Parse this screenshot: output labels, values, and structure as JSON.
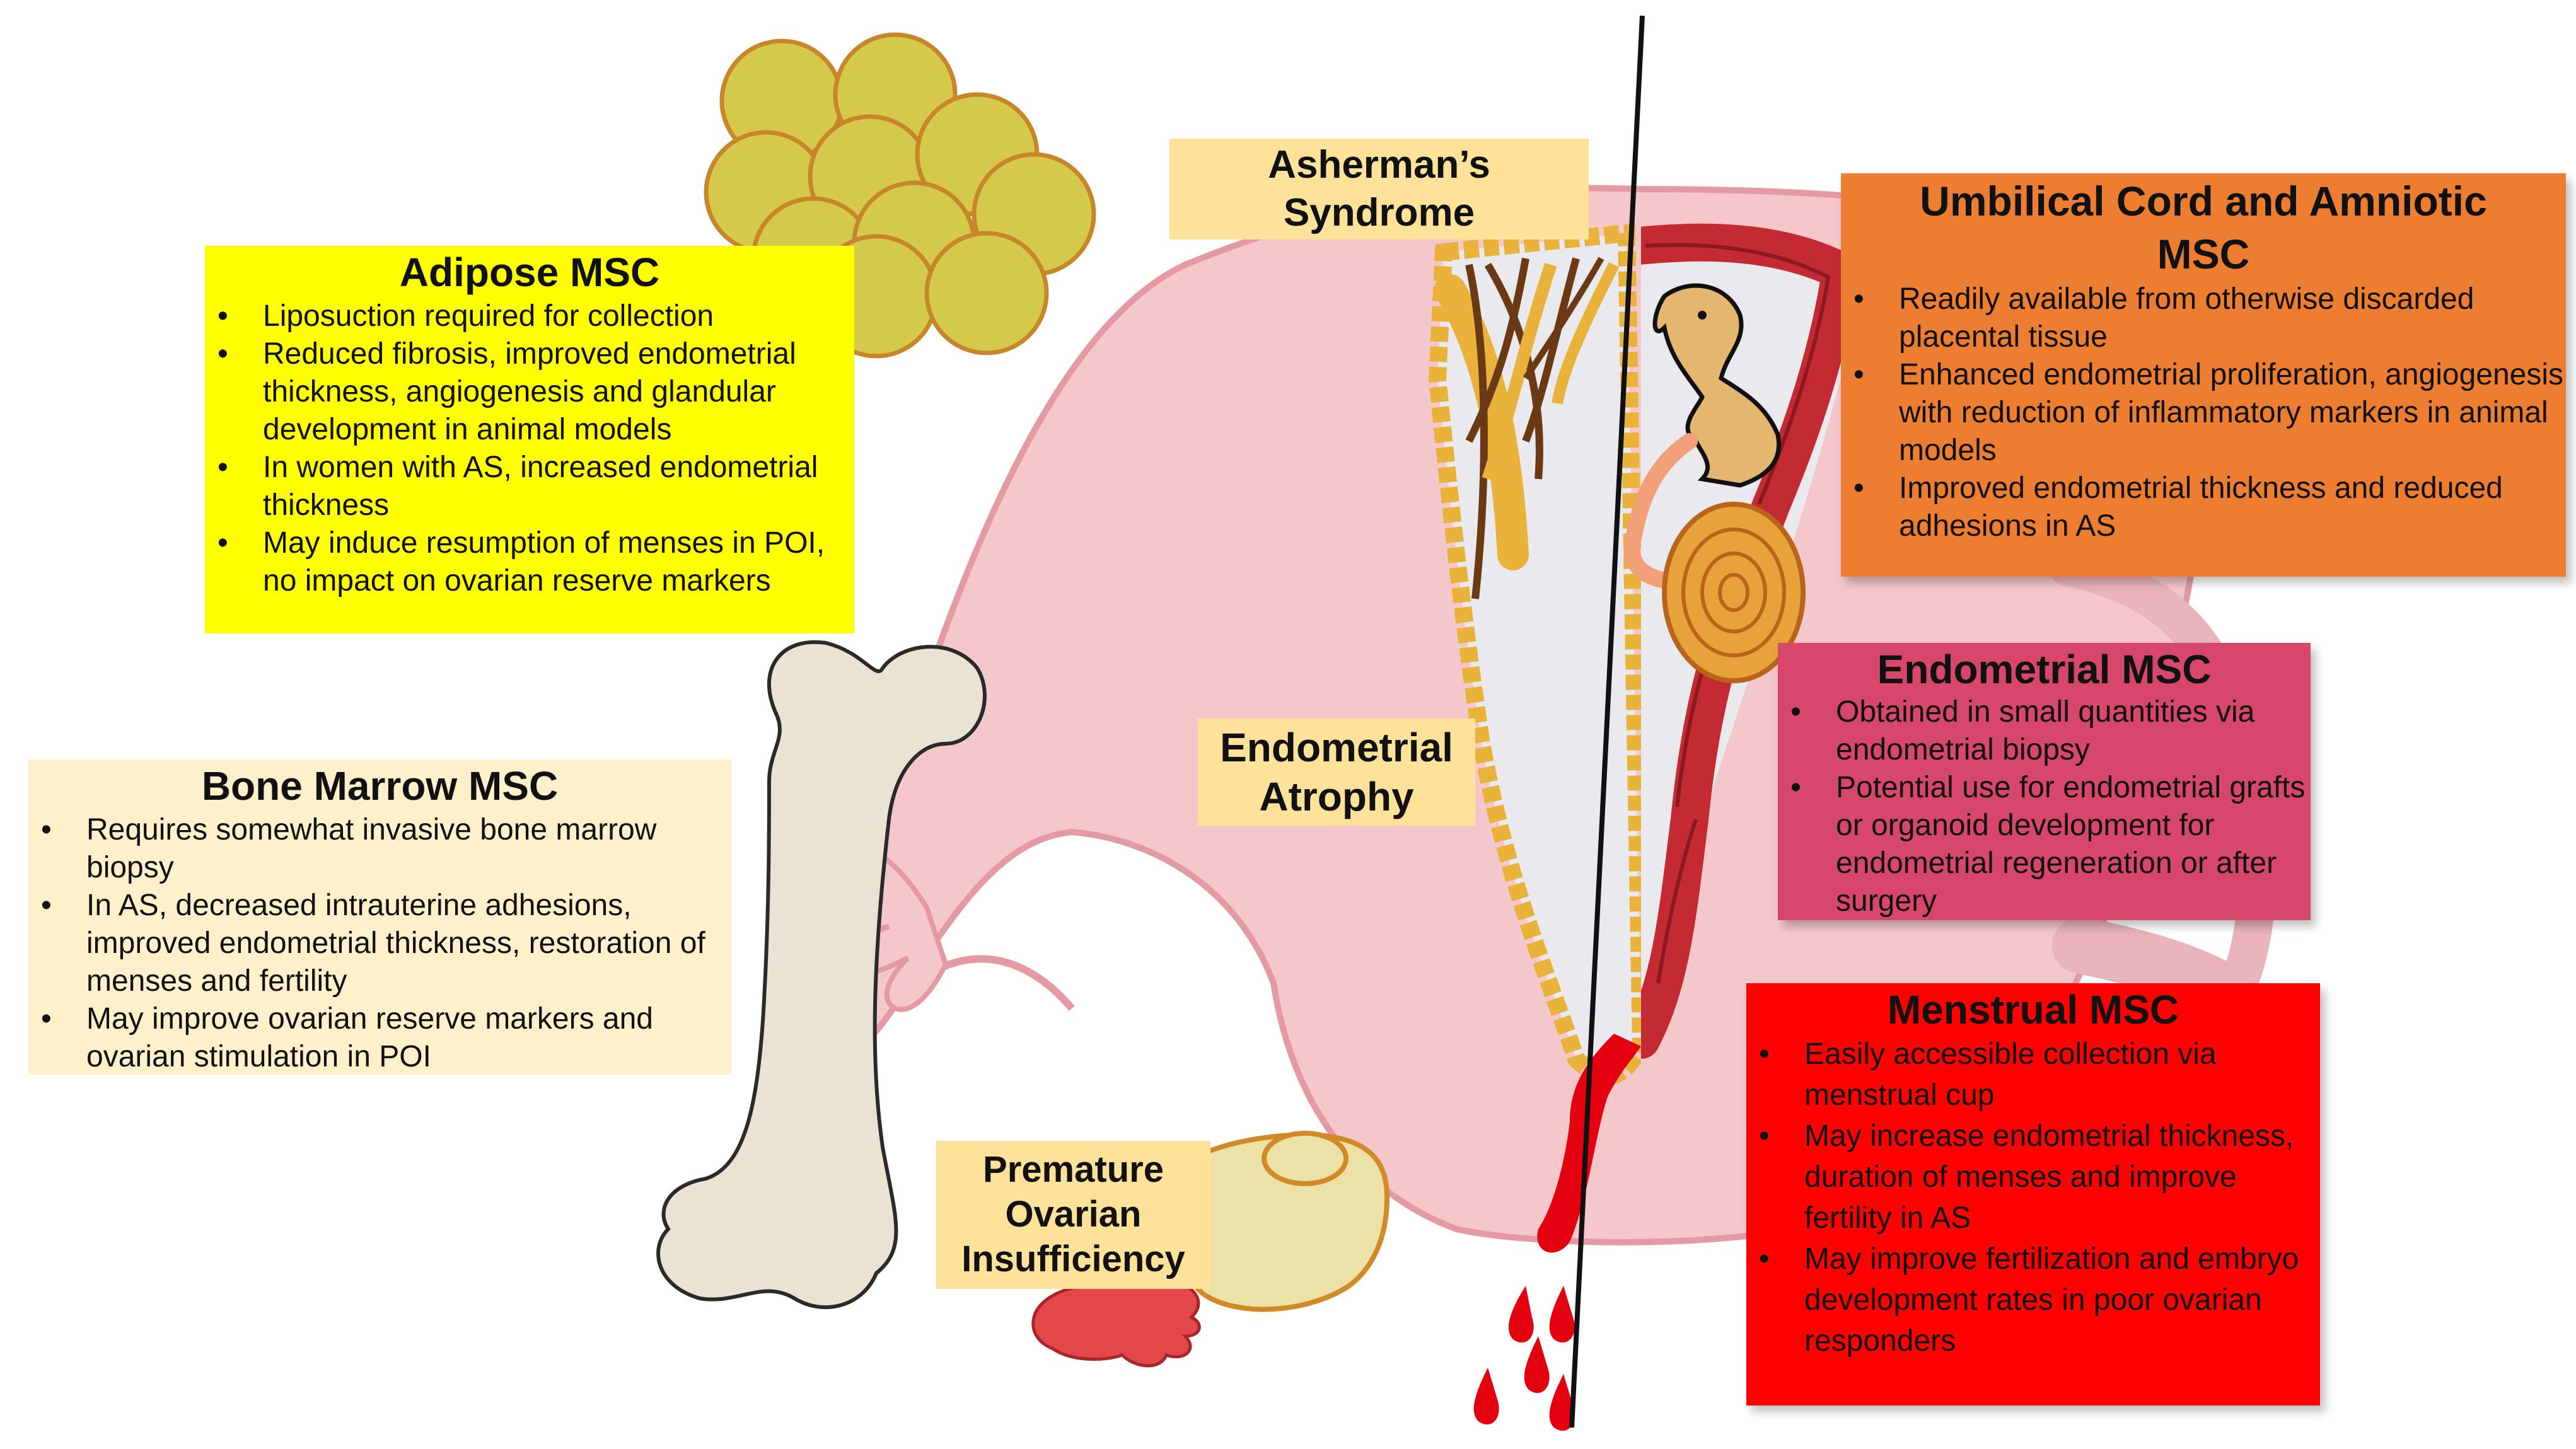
{
  "colors": {
    "adipose_box": "#ffff00",
    "bone_marrow_box": "#fff0cc",
    "umbilical_box": "#ed7d31",
    "endometrial_box": "#d6476b",
    "menstrual_box": "#ff0000",
    "condition_label_bg": "#ffe29a",
    "uterus_fill": "#f4c7cb",
    "uterus_outline": "#e49aa3",
    "fat_cell_fill": "#d4c94a",
    "fat_cell_outline": "#c8862a",
    "bone_fill": "#eae2d2",
    "blood": "#e3000f",
    "muscle": "#c42a32",
    "atrophy_yellow": "#e9b23a",
    "fetus": "#e4b670"
  },
  "icons": [
    "fat-cells-icon",
    "bone-icon",
    "uterus-icon",
    "fetus-icon",
    "placenta-icon",
    "ovary-icon",
    "fallopian-fimbria-icon",
    "blood-drops-icon"
  ],
  "conditions": {
    "asherman": "Asherman’s\nSyndrome",
    "atrophy": "Endometrial\nAtrophy",
    "poi": "Premature\nOvarian\nInsufficiency"
  },
  "adipose": {
    "title": "Adipose MSC",
    "items": [
      "Liposuction required for collection",
      "Reduced fibrosis, improved endometrial thickness, angiogenesis and glandular development in animal models",
      "In women with AS, increased endometrial thickness",
      "May induce resumption of menses in POI, no impact on ovarian reserve markers"
    ]
  },
  "bone_marrow": {
    "title": "Bone Marrow MSC",
    "items": [
      "Requires somewhat invasive bone marrow biopsy",
      "In AS, decreased intrauterine adhesions, improved endometrial thickness, restoration of menses and fertility",
      "May improve ovarian reserve markers  and ovarian stimulation in POI"
    ]
  },
  "umbilical": {
    "title": "Umbilical Cord and Amniotic MSC",
    "items": [
      "Readily available from otherwise discarded placental tissue",
      "Enhanced endometrial proliferation, angiogenesis with reduction of inflammatory markers in animal models",
      "Improved endometrial thickness and reduced adhesions in AS"
    ]
  },
  "endometrial": {
    "title": "Endometrial MSC",
    "items": [
      "Obtained in small quantities via endometrial biopsy",
      "Potential use for endometrial grafts or organoid development for endometrial regeneration or after surgery"
    ]
  },
  "menstrual": {
    "title": "Menstrual MSC",
    "items": [
      "Easily accessible collection via menstrual cup",
      "May increase endometrial thickness, duration of menses and improve fertility in AS",
      "May improve fertilization and embryo development rates in poor ovarian responders"
    ]
  }
}
